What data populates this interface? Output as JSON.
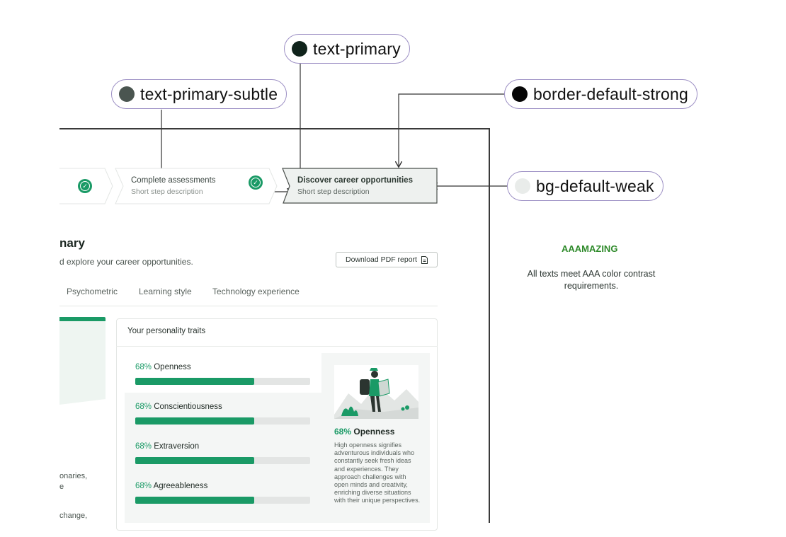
{
  "annotations": [
    {
      "label": "text-primary",
      "color": "#10231b"
    },
    {
      "label": "text-primary-subtle",
      "color": "#4a5550"
    },
    {
      "label": "border-default-strong",
      "color": "#050505"
    },
    {
      "label": "bg-default-weak",
      "color": "#e9ecea"
    }
  ],
  "stepper": {
    "steps": [
      {
        "title": "Complete assessments",
        "subtitle": "Short step description",
        "status": "complete"
      },
      {
        "title": "Discover career opportunities",
        "subtitle": "Short step description",
        "status": "active"
      }
    ]
  },
  "page": {
    "title": "nary",
    "subtitle": "d explore your career opportunities.",
    "download_label": "Download PDF report"
  },
  "tabs": [
    "Psychometric",
    "Learning style",
    "Technology experience"
  ],
  "left_panel": {
    "text_lines": [
      "onaries,",
      "e",
      "change,"
    ]
  },
  "card": {
    "title": "Your personality traits",
    "traits": [
      {
        "pct": "68%",
        "name": "Openness",
        "value": 0.68
      },
      {
        "pct": "68%",
        "name": "Conscientiousness",
        "value": 0.68
      },
      {
        "pct": "68%",
        "name": "Extraversion",
        "value": 0.68
      },
      {
        "pct": "68%",
        "name": "Agreeableness",
        "value": 0.68
      }
    ],
    "detail": {
      "pct": "68%",
      "name": "Openness",
      "body": "High openness signifies adventurous individuals who constantly seek fresh ideas and experiences. They approach challenges with open minds and creativity, enriching diverse situations with their unique perspectives."
    }
  },
  "side_note": {
    "title": "AAAMAZING",
    "text": "All texts meet AAA color contrast requirements."
  },
  "colors": {
    "accent": "#1a9a66",
    "annotation_border": "#9c8fc4"
  }
}
